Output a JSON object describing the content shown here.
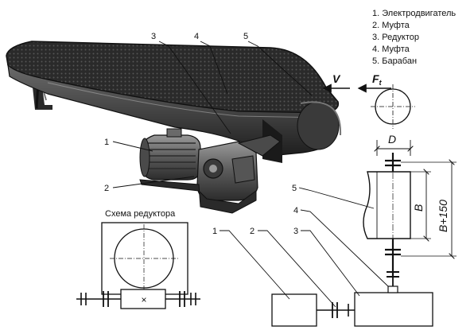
{
  "legend": [
    "1. Электродвигатель",
    "2. Муфта",
    "3. Редуктор",
    "4. Муфта",
    "5. Барабан"
  ],
  "photo_callouts": [
    "1",
    "2",
    "3",
    "4",
    "5"
  ],
  "force_labels": {
    "velocity": "V",
    "force": "F",
    "force_subscript": "t"
  },
  "dimensions": {
    "diameter": "D",
    "width": "B",
    "total_width": "B+150"
  },
  "gearbox_scheme": {
    "title": "Схема редуктора",
    "center_symbol": "×"
  },
  "drive_callouts": [
    "1",
    "2",
    "3",
    "4",
    "5"
  ]
}
